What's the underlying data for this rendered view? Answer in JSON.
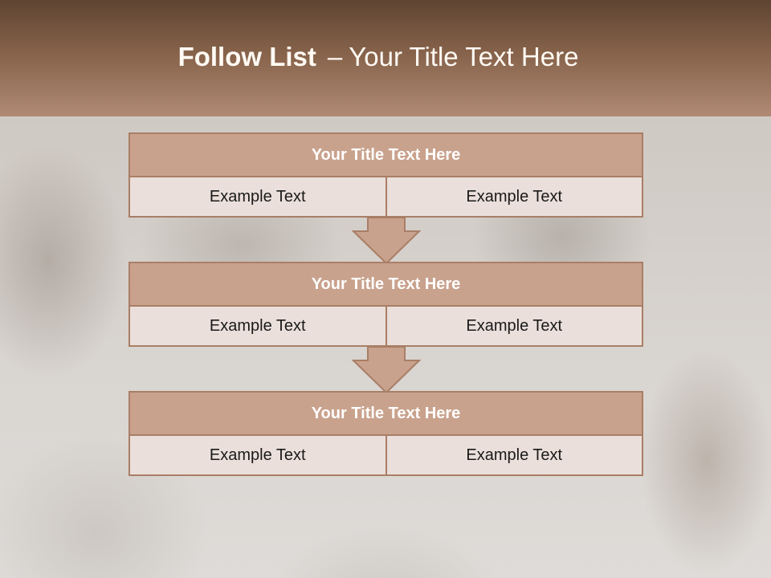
{
  "header": {
    "title_strong": "Follow List",
    "title_sep": "–",
    "title_rest": "Your Title Text Here"
  },
  "blocks": [
    {
      "title": "Your Title Text Here",
      "left": "Example Text",
      "right": "Example Text"
    },
    {
      "title": "Your Title Text Here",
      "left": "Example Text",
      "right": "Example Text"
    },
    {
      "title": "Your Title Text Here",
      "left": "Example Text",
      "right": "Example Text"
    }
  ],
  "colors": {
    "header_top": "#5e4432",
    "header_bottom": "#b08a74",
    "block_title_fill": "#c9a28d",
    "block_border": "#a97e66",
    "cell_fill": "#eadfda"
  },
  "icons": [
    "down-arrow-icon",
    "down-arrow-icon"
  ]
}
